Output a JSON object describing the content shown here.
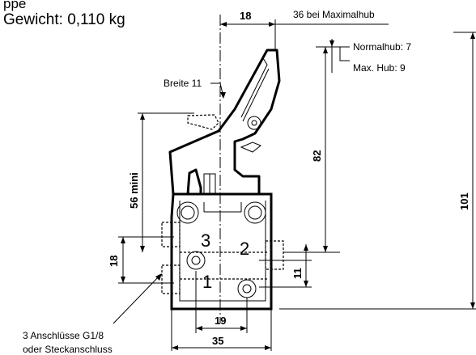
{
  "header": {
    "line1": "ppe",
    "weight": "Gewicht: 0,110 kg"
  },
  "dimensions": {
    "top_width": "18",
    "max_stroke_note": "36 bei Maximalhub",
    "normal_stroke": "Normalhub: 7",
    "max_stroke": "Max. Hub: 9",
    "lever_width": "Breite 11",
    "lever_height": "82",
    "min_height": "56 mini",
    "total_height": "101",
    "port_spacing_left": "18",
    "port_spacing_right": "11",
    "base_inner": "19",
    "base_outer": "35"
  },
  "ports": {
    "p1": "1",
    "p2": "2",
    "p3": "3"
  },
  "connection_note": {
    "line1": "3 Anschlüsse G1/8",
    "line2": "oder Steckanschluss"
  }
}
